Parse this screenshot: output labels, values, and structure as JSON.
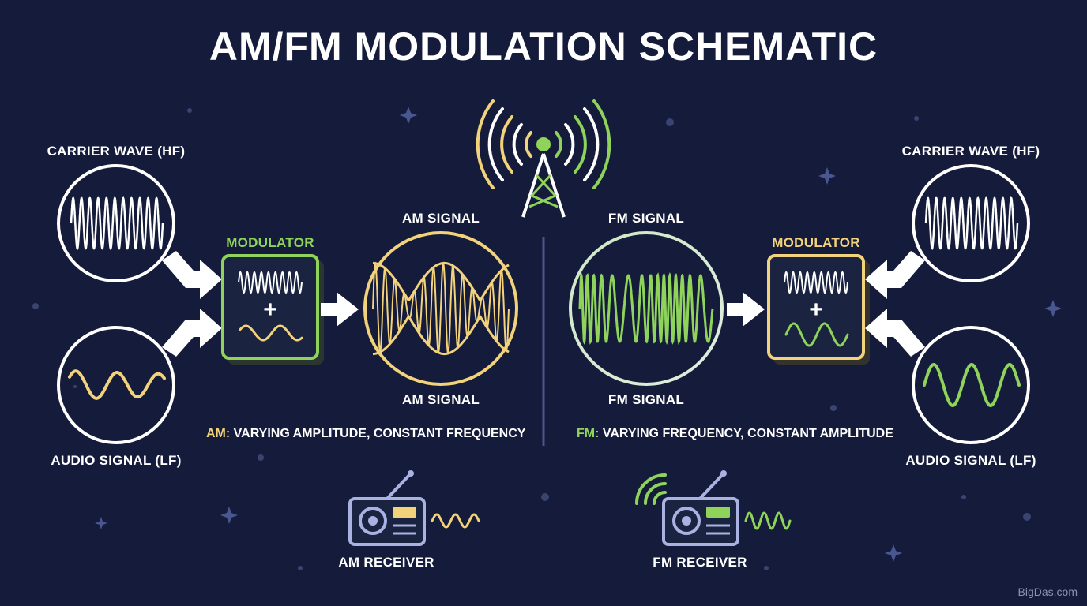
{
  "title": "AM/FM MODULATION SCHEMATIC",
  "am": {
    "carrier_label": "CARRIER WAVE (HF)",
    "audio_label": "AUDIO SIGNAL (LF)",
    "modulator_label": "MODULATOR",
    "signal_label_top": "AM SIGNAL",
    "signal_label_bottom": "AM SIGNAL",
    "note_tag": "AM:",
    "note_text": " VARYING AMPLITUDE, CONSTANT FREQUENCY",
    "receiver_label": "AM RECEIVER"
  },
  "fm": {
    "carrier_label": "CARRIER WAVE (HF)",
    "audio_label": "AUDIO SIGNAL (LF)",
    "modulator_label": "MODULATOR",
    "signal_label_top": "FM SIGNAL",
    "signal_label_bottom": "FM SIGNAL",
    "note_tag": "FM:",
    "note_text": " VARYING FREQUENCY, CONSTANT AMPLITUDE",
    "receiver_label": "FM RECEIVER"
  },
  "colors": {
    "background": "#151b3a",
    "am_accent": "#f2d27a",
    "fm_accent": "#8fd35a",
    "white": "#ffffff",
    "device": "#a9b2e0"
  },
  "watermark": "BigDas.com"
}
